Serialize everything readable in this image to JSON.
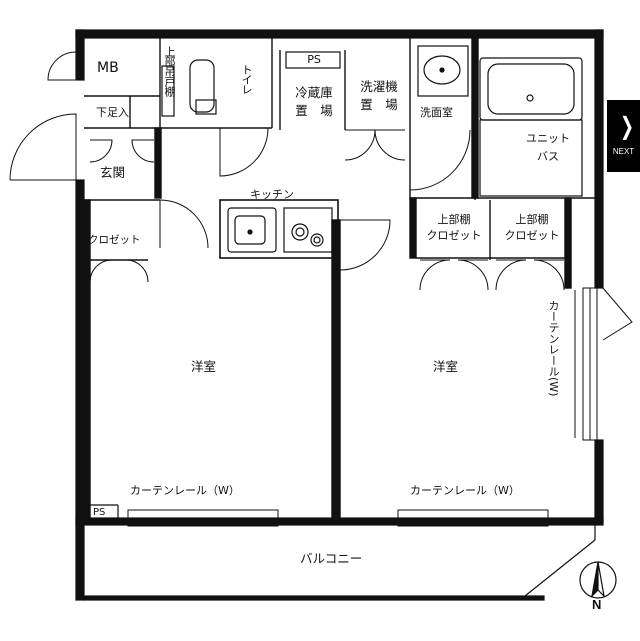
{
  "rooms": {
    "mb": "MB",
    "upper_cabinet": "上部吊戸棚",
    "toilet": "トイレ",
    "ps_top": "PS",
    "fridge": "冷蔵庫\n置　場",
    "washer": "洗濯機\n置　場",
    "washroom": "洗面室",
    "unit_bath": "ユニット\nバス",
    "shoe_box": "下足入",
    "entrance": "玄関",
    "kitchen": "キッチン",
    "closet_left": "クロゼット",
    "closet_mid": "上部棚\nクロゼット",
    "closet_right": "上部棚\nクロゼット",
    "western_left": "洋室",
    "western_right": "洋室",
    "curtain_rail_side": "カーテンレール(W)",
    "curtain_rail_left": "カーテンレール（W）",
    "curtain_rail_right": "カーテンレール（W）",
    "ps_bottom": "PS",
    "balcony": "バルコニー"
  },
  "compass": {
    "label": "N"
  },
  "nav": {
    "next_label": "NEXT",
    "next_icon": "chevron-right-icon"
  }
}
